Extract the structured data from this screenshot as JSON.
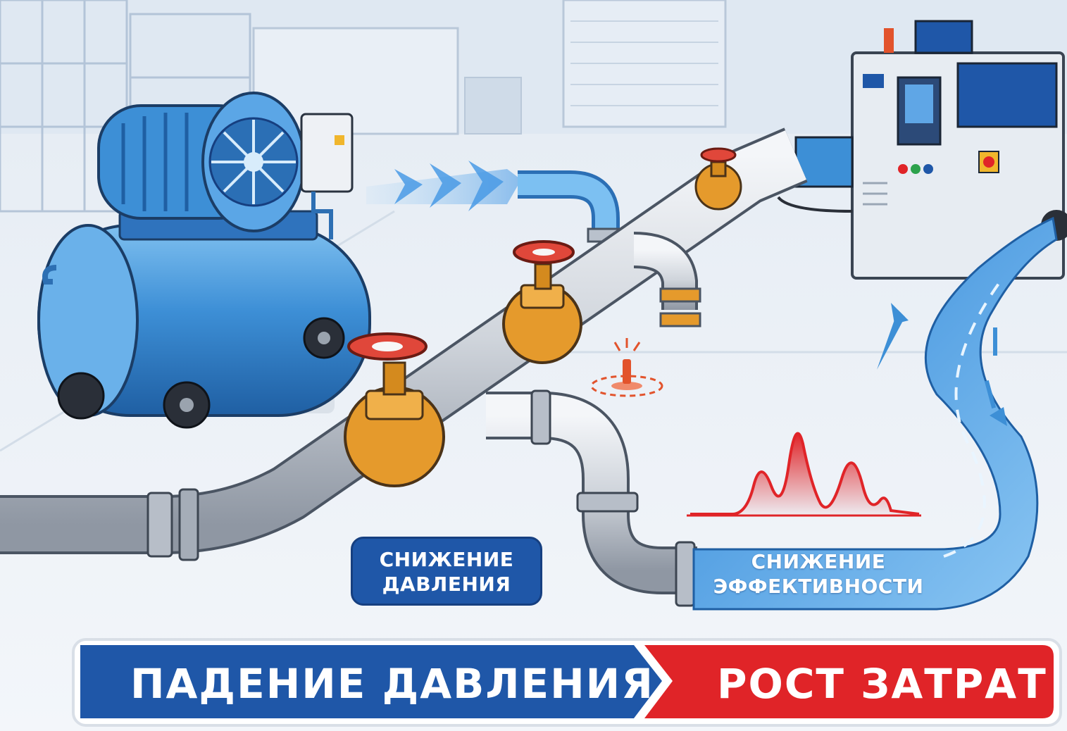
{
  "labels": {
    "pressure_drop_small": "СНИЖЕНИЕ ДАВЛЕНИЯ",
    "efficiency_drop": "СНИЖЕНИЕ ЭФФЕКТИВНОСТИ"
  },
  "banner": {
    "left": "ПАДЕНИЕ ДАВЛЕНИЯ",
    "right": "РОСТ ЗАТРАТ"
  },
  "colors": {
    "background": "#eef2f7",
    "compressor_blue": "#3d8fd6",
    "pipe_grey": "#c9ced6",
    "valve_handle_red": "#e0473a",
    "valve_body_orange": "#e59a2c",
    "air_stream_blue": "#5aa7e8",
    "banner_blue": "#1f57a8",
    "banner_red": "#e02428",
    "cost_spike_red": "#e02428"
  },
  "icons": [
    "air-compressor-icon",
    "pipeline-icon",
    "valve-icon",
    "leak-icon",
    "cost-spike-icon",
    "air-flow-icon",
    "control-cabinet-icon",
    "arrow-up-icon",
    "arrow-down-icon"
  ]
}
